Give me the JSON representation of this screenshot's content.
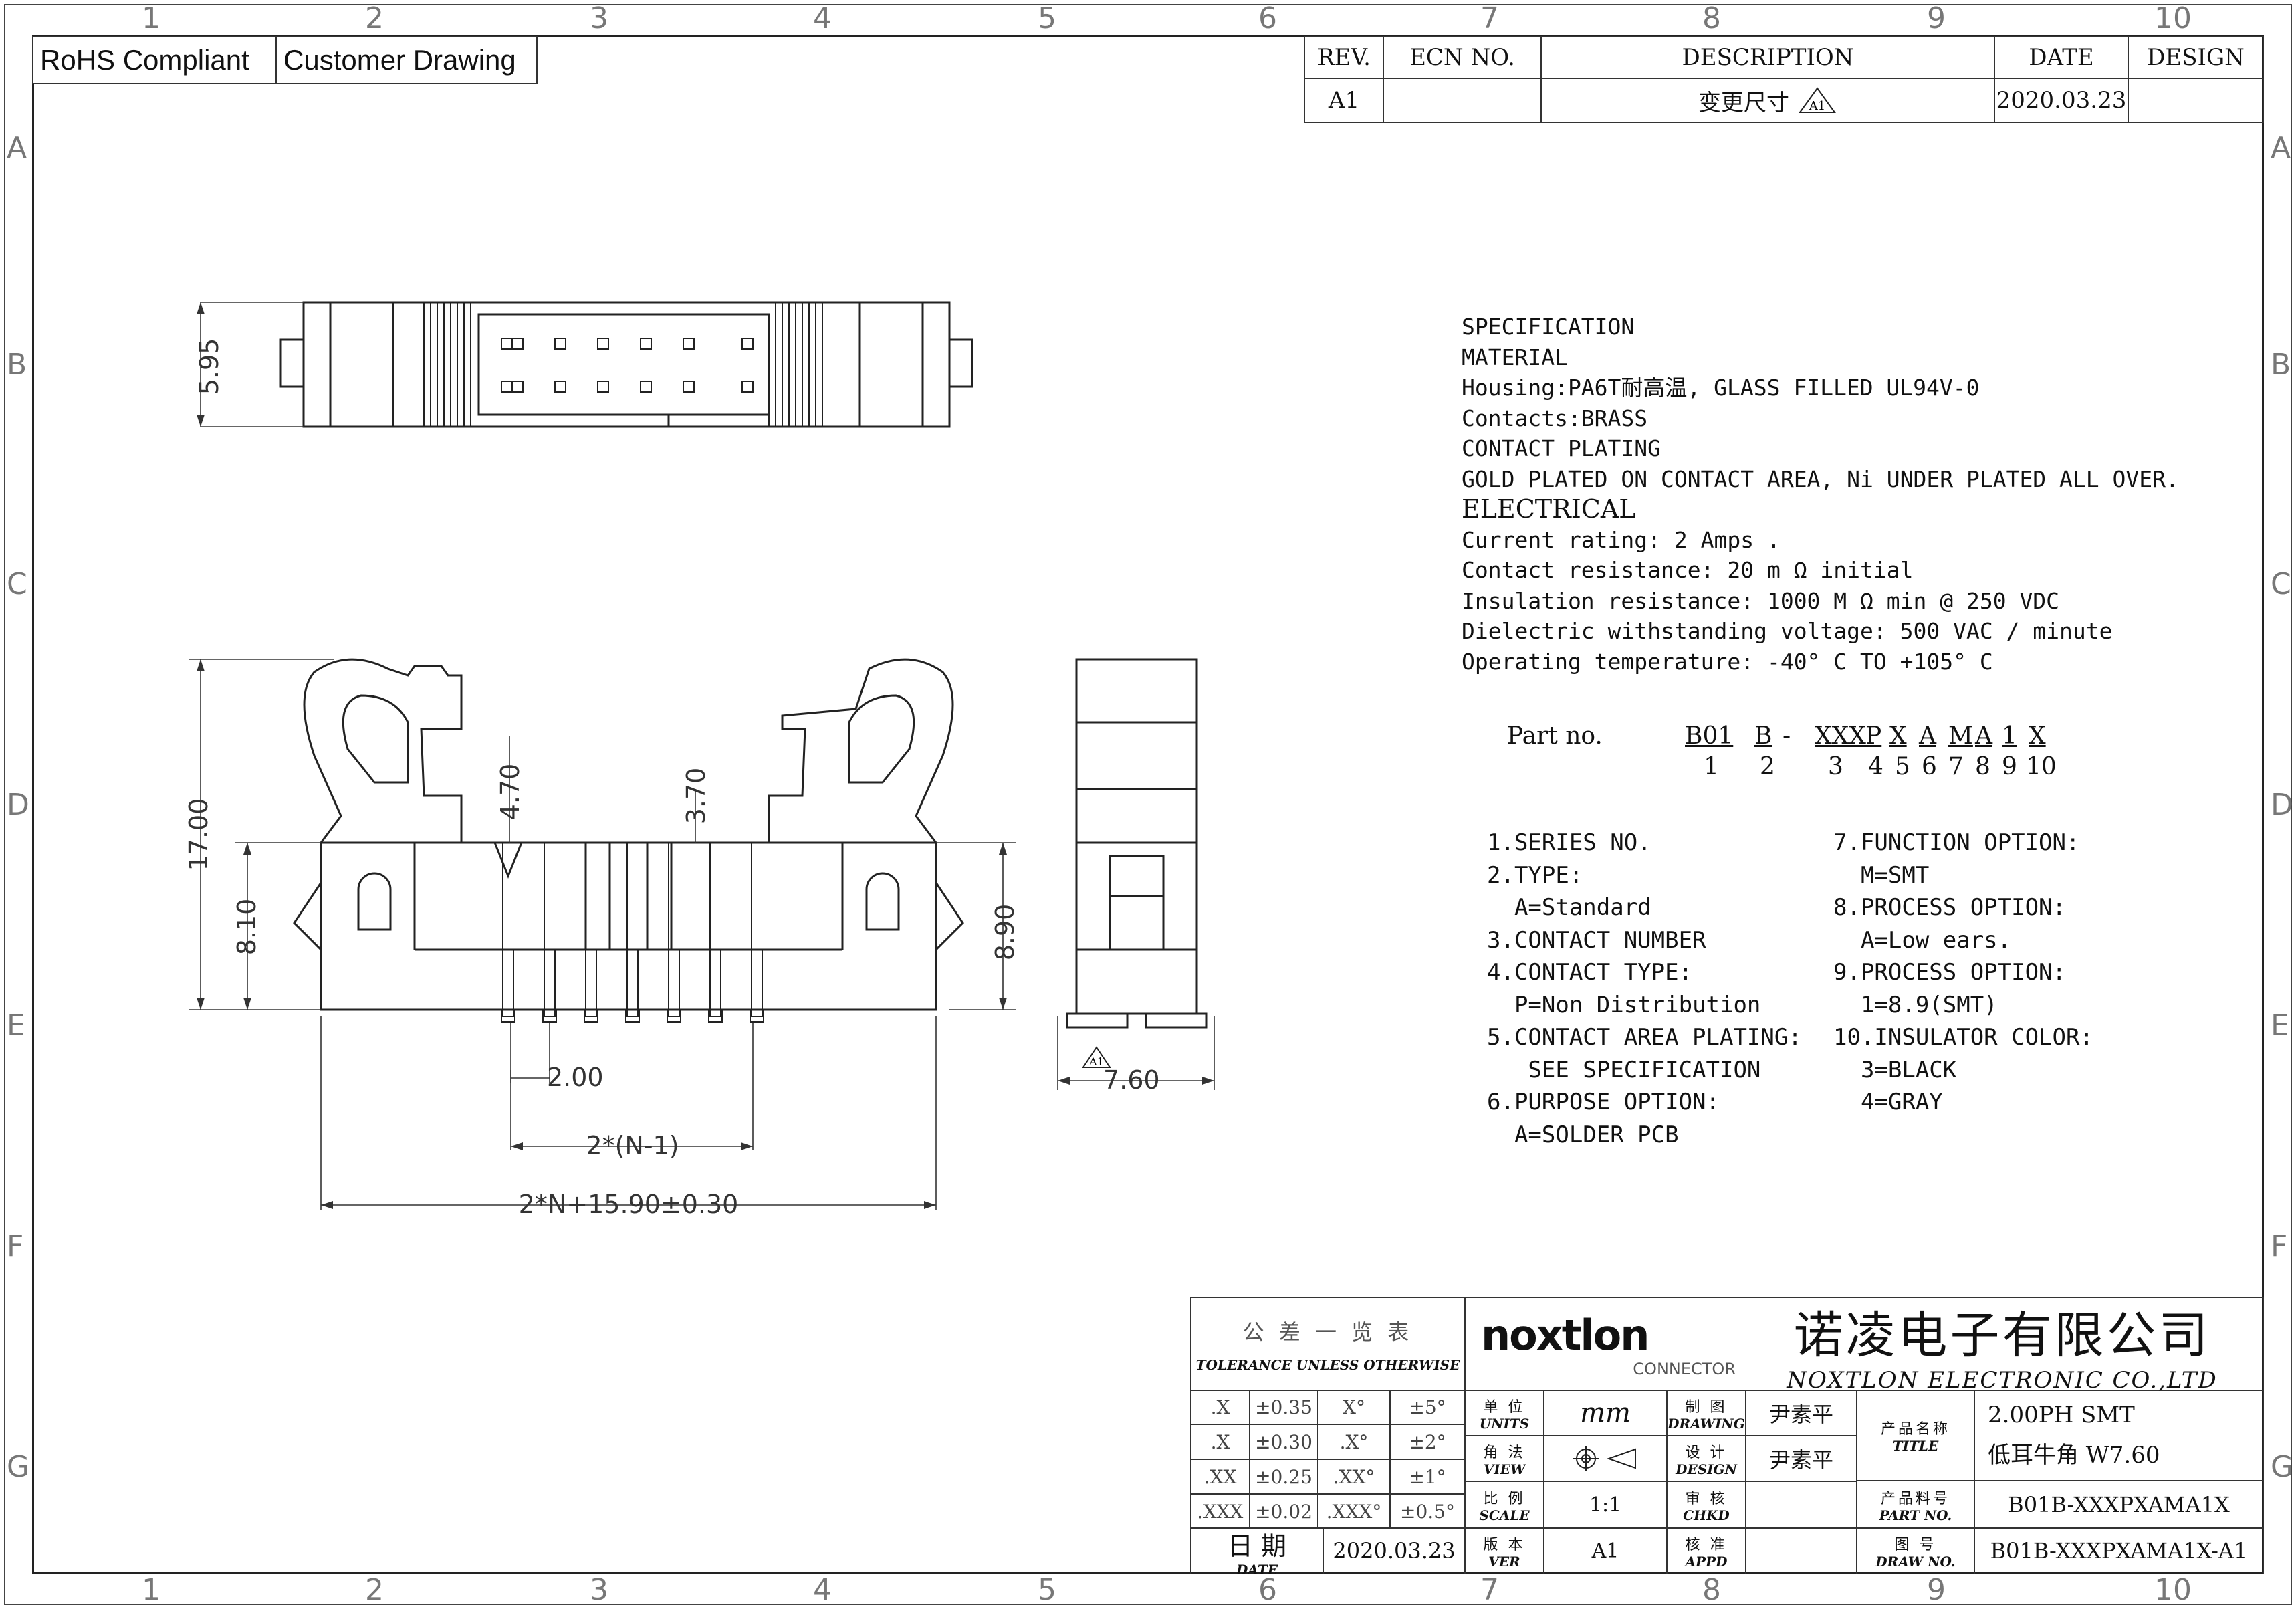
{
  "badges": {
    "rohs": "RoHS Compliant",
    "customer": "Customer Drawing"
  },
  "zones": {
    "columns": [
      "1",
      "2",
      "3",
      "4",
      "5",
      "6",
      "7",
      "8",
      "9",
      "10"
    ],
    "rows": [
      "A",
      "B",
      "C",
      "D",
      "E",
      "F",
      "G"
    ]
  },
  "revision_table": {
    "headers": {
      "rev": "REV.",
      "ecn": "ECN NO.",
      "desc": "DESCRIPTION",
      "date": "DATE",
      "design": "DESIGN"
    },
    "row": {
      "rev": "A1",
      "ecn": "",
      "desc": "变更尺寸",
      "desc_mark": "A1",
      "date": "2020.03.23",
      "design": ""
    }
  },
  "dimensions": {
    "top_height": "5.95",
    "overall_height": "17.00",
    "body_height": "8.10",
    "latch_gap": "4.70",
    "slot_depth": "3.70",
    "side_height": "8.90",
    "pitch": "2.00",
    "pitch_span": "2*(N-1)",
    "overall_length": "2*N+15.90±0.30",
    "side_width": "7.60",
    "side_mark": "A1"
  },
  "specification": {
    "lines": [
      "SPECIFICATION",
      "MATERIAL",
      "Housing:PA6T耐高温, GLASS FILLED UL94V-0",
      "Contacts:BRASS",
      "CONTACT PLATING",
      "GOLD PLATED ON CONTACT AREA, Ni UNDER PLATED ALL OVER.",
      "ELECTRICAL",
      "Current rating: 2 Amps .",
      "Contact resistance: 20 m Ω initial",
      "Insulation resistance: 1000 M Ω min @ 250 VDC",
      "Dielectric withstanding voltage: 500 VAC / minute",
      "Operating temperature: -40° C TO +105° C"
    ]
  },
  "part_number": {
    "label": "Part no.",
    "segments": [
      "B01",
      "B",
      "-",
      "XXX",
      "P",
      "X",
      "A",
      "M",
      "A",
      "1",
      "X"
    ],
    "indices": [
      "1",
      "2",
      "3",
      "4",
      "5",
      "6",
      "7",
      "8",
      "9",
      "10"
    ]
  },
  "options_left": [
    "1.SERIES NO.",
    "2.TYPE:",
    "  A=Standard",
    "3.CONTACT NUMBER",
    "4.CONTACT TYPE:",
    "  P=Non Distribution",
    "5.CONTACT AREA PLATING:",
    "   SEE SPECIFICATION",
    "6.PURPOSE OPTION:",
    "  A=SOLDER PCB"
  ],
  "options_right": [
    "7.FUNCTION OPTION:",
    "  M=SMT",
    "8.PROCESS OPTION:",
    "  A=Low ears.",
    "9.PROCESS OPTION:",
    "  1=8.9(SMT)",
    "10.INSULATOR COLOR:",
    "  3=BLACK",
    "  4=GRAY"
  ],
  "title_block": {
    "tolerance_title_cn": "公 差 一 览 表",
    "tolerance_title_en": "TOLERANCE UNLESS OTHERWISE",
    "tolerances": [
      [
        ".X",
        "±0.35",
        "X°",
        "±5°"
      ],
      [
        ".X",
        "±0.30",
        ".X°",
        "±2°"
      ],
      [
        ".XX",
        "±0.25",
        ".XX°",
        "±1°"
      ],
      [
        ".XXX",
        "±0.02",
        ".XXX°",
        "±0.5°"
      ]
    ],
    "date_label_cn": "日 期",
    "date_label_en": "DATE",
    "date_value": "2020.03.23",
    "logo": "noxtlon",
    "logo_sub": "CONNECTOR",
    "company_cn": "诺凌电子有限公司",
    "company_en": "NOXTLON ELECTRONIC CO.,LTD",
    "units_cn": "单 位",
    "units_en": "UNITS",
    "units_value": "mm",
    "view_cn": "角 法",
    "view_en": "VIEW",
    "scale_cn": "比 例",
    "scale_en": "SCALE",
    "scale_value": "1:1",
    "ver_cn": "版 本",
    "ver_en": "VER",
    "ver_value": "A1",
    "drawing_cn": "制 图",
    "drawing_en": "DRAWING",
    "drawing_value": "尹素平",
    "design_cn": "设 计",
    "design_en": "DESIGN",
    "design_value": "尹素平",
    "chkd_cn": "审 核",
    "chkd_en": "CHKD",
    "chkd_value": "",
    "appd_cn": "核 准",
    "appd_en": "APPD",
    "appd_value": "",
    "title_cn": "产品名称",
    "title_en": "TITLE",
    "title_value_1": "2.00PH SMT",
    "title_value_2": "低耳牛角 W7.60",
    "partno_cn": "产品料号",
    "partno_en": "PART NO.",
    "partno_value": "B01B-XXXPXAMA1X",
    "drawno_cn": "图 号",
    "drawno_en": "DRAW NO.",
    "drawno_value": "B01B-XXXPXAMA1X-A1"
  }
}
